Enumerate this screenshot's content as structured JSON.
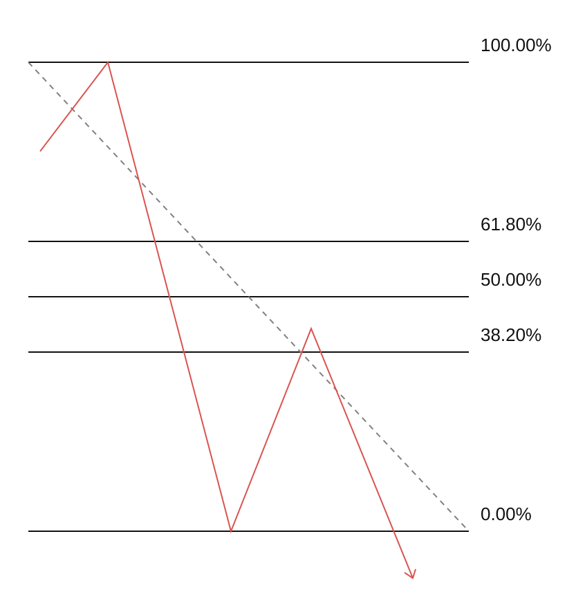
{
  "diagram": {
    "levels": [
      {
        "label": "100.00%",
        "ratio": 1.0
      },
      {
        "label": "61.80%",
        "ratio": 0.618
      },
      {
        "label": "50.00%",
        "ratio": 0.5
      },
      {
        "label": "38.20%",
        "ratio": 0.382
      },
      {
        "label": "0.00%",
        "ratio": 0.0
      }
    ],
    "price_path_ratios": [
      0.81,
      1.0,
      0.0,
      0.432,
      -0.1
    ],
    "colors": {
      "level_line": "#111111",
      "price_path": "#d9534f",
      "trend_line": "#808080",
      "background": "#ffffff"
    }
  }
}
